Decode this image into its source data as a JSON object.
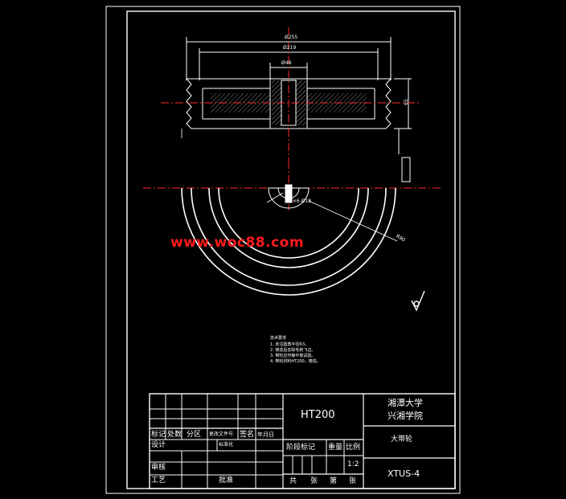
{
  "drawing": {
    "watermark": "www.woc88.com",
    "dims": {
      "outer": "Ø255",
      "pitch": "Ø219",
      "bore_hub": "Ø48",
      "width": "65",
      "callout_keyway": "3×6 Ø18",
      "r_outer": "R90"
    },
    "tech_notes": {
      "title": "技术要求",
      "lines": [
        "1. 未注圆角半径R3。",
        "2. 铸造后去除毛刺飞边。",
        "3. 带轮应作静平衡试验。",
        "4. 带轮材料HT200，铸造。"
      ]
    }
  },
  "title_block": {
    "material": "HT200",
    "school_line1": "湘潭大学",
    "school_line2": "兴湘学院",
    "part_name": "大带轮",
    "drawing_no": "XTUS-4",
    "scale": "1:2",
    "labels": {
      "mark": "标记",
      "count": "处数",
      "zone": "分区",
      "change_doc": "更改文件号",
      "sign": "签名",
      "date": "年月日",
      "design": "设计",
      "standardize": "标准化",
      "review": "审核",
      "process": "工艺",
      "approve": "批准",
      "stage_mark": "阶段标记",
      "weight": "重量",
      "ratio": "比例",
      "total": "共",
      "sheets": "张",
      "no": "第",
      "sheet": "张"
    }
  }
}
